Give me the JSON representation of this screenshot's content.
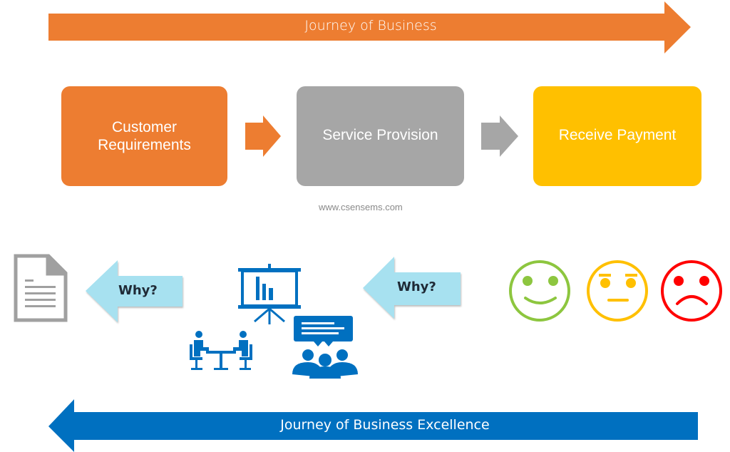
{
  "top_arrow": {
    "label": "Journey of Business",
    "color": "#ED7D31"
  },
  "process": {
    "steps": [
      {
        "label": "Customer Requirements",
        "line1": "Customer",
        "line2": "Requirements",
        "color": "#ED7D31"
      },
      {
        "label": "Service Provision",
        "color": "#A6A6A6"
      },
      {
        "label": "Receive Payment",
        "color": "#FFC000"
      }
    ],
    "connector_colors": [
      "#ED7D31",
      "#A6A6A6"
    ]
  },
  "watermark": "www.csensems.com",
  "feedback": {
    "why_arrows": [
      {
        "label": "Why?",
        "color": "#A7E1F0"
      },
      {
        "label": "Why?",
        "color": "#A7E1F0"
      }
    ],
    "icons": {
      "document": "document-icon",
      "presentation": "presentation-board-icon",
      "meeting": "meeting-icon",
      "group": "group-discussion-icon"
    },
    "icon_color": "#0070C0",
    "faces": [
      {
        "mood": "happy",
        "color": "#8DC63F"
      },
      {
        "mood": "neutral",
        "color": "#FFC000"
      },
      {
        "mood": "sad",
        "color": "#FF0000"
      }
    ]
  },
  "bottom_arrow": {
    "label": "Journey of Business Excellence",
    "color": "#0070C0"
  }
}
